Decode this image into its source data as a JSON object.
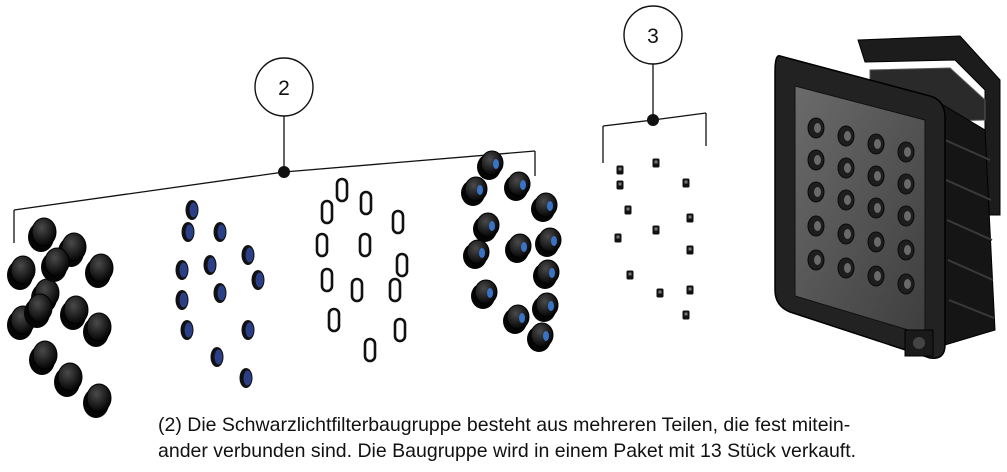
{
  "callouts": [
    {
      "id": "2",
      "label": "2"
    },
    {
      "id": "3",
      "label": "3"
    }
  ],
  "caption": {
    "line1": "(2) Die Schwarzlichtfilterbaugruppe besteht aus mehreren Teilen, die fest mitein-",
    "line2": "ander verbunden sind. Die Baugruppe wird in einem Paket mit 13 Stück verkauft."
  },
  "groups": [
    {
      "name": "filter-caps",
      "count": 13
    },
    {
      "name": "blue-filter-lenses",
      "count": 13
    },
    {
      "name": "rubber-seal-rings",
      "count": 13
    },
    {
      "name": "assembled-filters",
      "count": 13
    },
    {
      "name": "small-screws",
      "count": 13
    }
  ],
  "colors": {
    "line": "#111111",
    "part_dark": "#1a1a1a",
    "lens_blue": "#2b3f86",
    "housing": "#222222",
    "panel": "#5a5a5a"
  }
}
